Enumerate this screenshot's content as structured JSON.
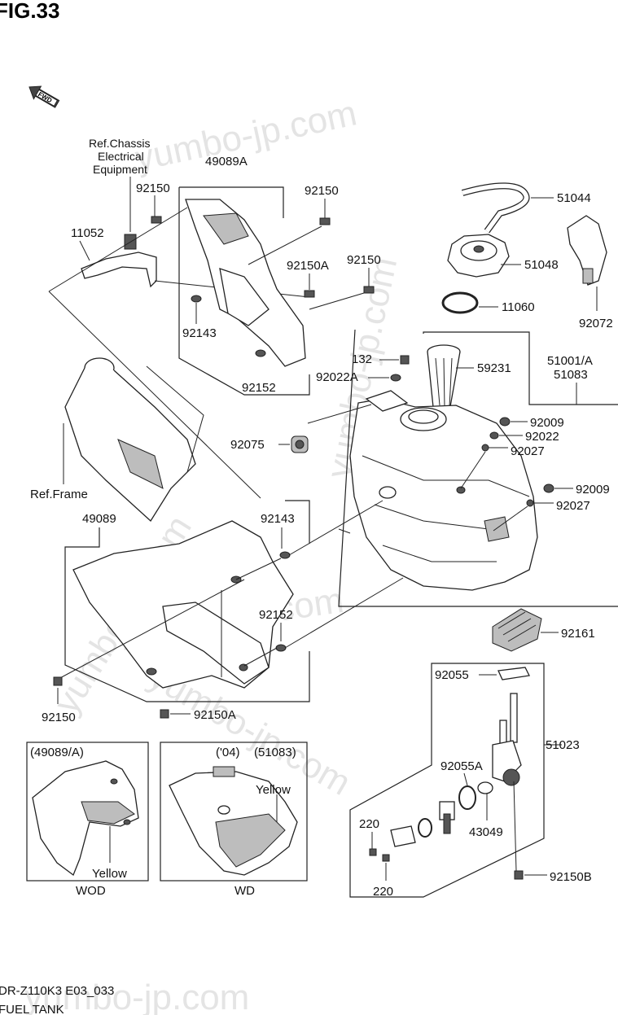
{
  "figure": {
    "title": "FIG.33",
    "fwd": "FWD",
    "footer_code": "DR-Z110K3 E03_033",
    "footer_name": "FUEL TANK"
  },
  "watermark": "yumbo-jp.com",
  "labels": {
    "ref_chassis_1": "Ref.Chassis",
    "ref_chassis_2": "Electrical",
    "ref_chassis_3": "Equipment",
    "ref_frame": "Ref.Frame",
    "p92150_a": "92150",
    "p11052": "11052",
    "p49089A": "49089A",
    "p92150_b": "92150",
    "p92150A_a": "92150A",
    "p92150_c": "92150",
    "p92143_a": "92143",
    "p92152_a": "92152",
    "p51044": "51044",
    "p51048": "51048",
    "p11060": "11060",
    "p92072": "92072",
    "p132": "132",
    "p92022A": "92022A",
    "p59231": "59231",
    "p51001A": "51001/A",
    "p51083": "51083",
    "p92009_a": "92009",
    "p92022": "92022",
    "p92027_a": "92027",
    "p92075": "92075",
    "p92009_b": "92009",
    "p92027_b": "92027",
    "p49089": "49089",
    "p92143_b": "92143",
    "p92152_b": "92152",
    "p92161": "92161",
    "p92055": "92055",
    "p51023": "51023",
    "p92150_d": "92150",
    "p92150A_b": "92150A",
    "p92055A": "92055A",
    "p43049": "43049",
    "p220_a": "220",
    "p220_b": "220",
    "p92150B": "92150B"
  },
  "insets": {
    "left_tag": "(49089/A)",
    "left_color": "Yellow",
    "left_caption": "WOD",
    "right_year": "('04)",
    "right_tag": "(51083)",
    "right_color": "Yellow",
    "right_caption": "WD"
  }
}
